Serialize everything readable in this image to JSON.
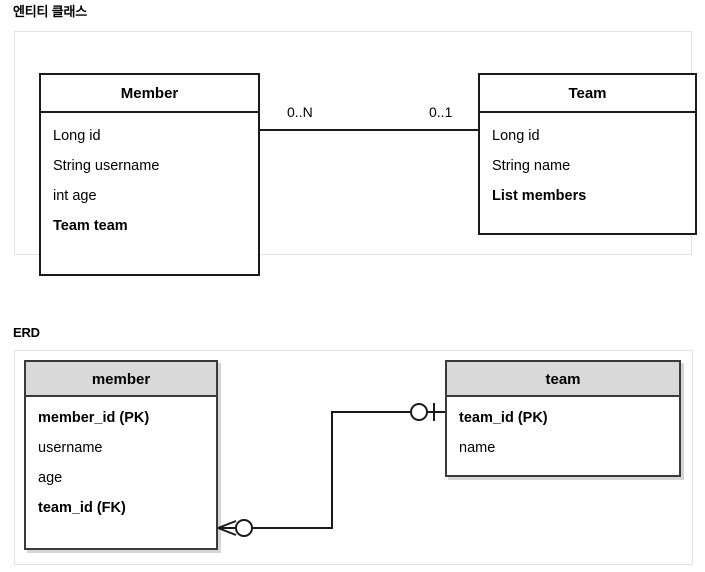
{
  "sections": {
    "uml": {
      "title": "엔티티 클래스",
      "classes": [
        {
          "name": "Member",
          "attributes": [
            {
              "text": "Long id",
              "bold": false
            },
            {
              "text": "String username",
              "bold": false
            },
            {
              "text": "int age",
              "bold": false
            },
            {
              "text": "Team team",
              "bold": true
            }
          ]
        },
        {
          "name": "Team",
          "attributes": [
            {
              "text": "Long id",
              "bold": false
            },
            {
              "text": "String name",
              "bold": false
            },
            {
              "text": "List members",
              "bold": true
            }
          ]
        }
      ],
      "association": {
        "source_multiplicity": "0..N",
        "target_multiplicity": "0..1"
      }
    },
    "erd": {
      "title": "ERD",
      "tables": [
        {
          "name": "member",
          "columns": [
            {
              "text": "member_id (PK)",
              "bold": true
            },
            {
              "text": "username",
              "bold": false
            },
            {
              "text": "age",
              "bold": false
            },
            {
              "text": "team_id (FK)",
              "bold": true
            }
          ]
        },
        {
          "name": "team",
          "columns": [
            {
              "text": "team_id (PK)",
              "bold": true
            },
            {
              "text": "name",
              "bold": false
            }
          ]
        }
      ],
      "relationship": {
        "member_side_notation": "zero-or-many-crowsfoot",
        "team_side_notation": "one-and-only-one-bar-with-zero-circle"
      }
    }
  },
  "colors": {
    "line": "#1a1a1a",
    "table_header_fill": "#d9d9d9",
    "table_border": "#3a3a3a",
    "panel_border": "#e3e3e3",
    "background": "#ffffff"
  }
}
